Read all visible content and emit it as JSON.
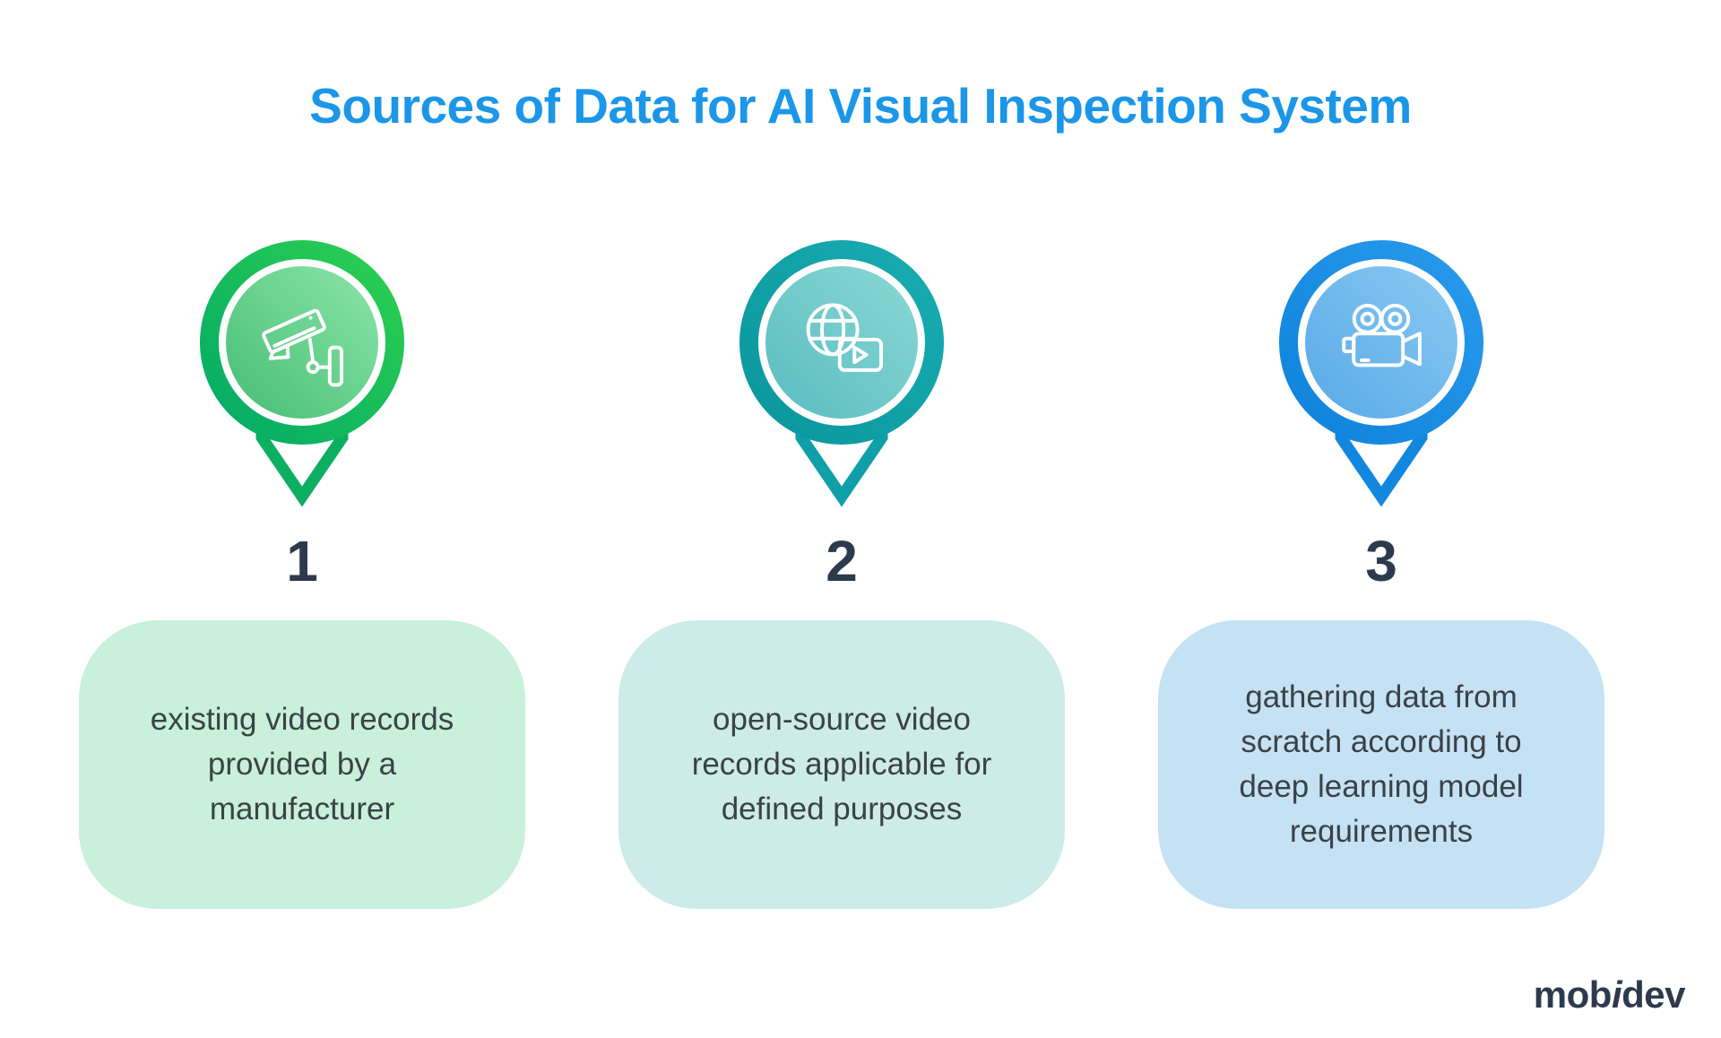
{
  "title": "Sources of Data for AI Visual Inspection System",
  "theme": {
    "background": "#ffffff",
    "title_color": "#1b96e8",
    "number_color": "#2d3a4d",
    "text_color": "#3b4247"
  },
  "sources": [
    {
      "number": "1",
      "icon": "cctv-camera-icon",
      "description_lines": [
        "existing video records",
        "provided by a",
        "manufacturer"
      ],
      "colors": {
        "ring_start": "#00a868",
        "ring_end": "#2fd14f",
        "inner_start": "#45bd74",
        "inner_end": "#8ce5a9",
        "pin": "#0caf62",
        "card_bg": "#c9f0da"
      }
    },
    {
      "number": "2",
      "icon": "globe-video-icon",
      "description_lines": [
        "open-source video",
        "records applicable for",
        "defined purposes"
      ],
      "colors": {
        "ring_start": "#0a959c",
        "ring_end": "#18adb2",
        "inner_start": "#59bcbf",
        "inner_end": "#8ad8d5",
        "pin": "#0f9fa8",
        "card_bg": "#cdebe9"
      }
    },
    {
      "number": "3",
      "icon": "film-camera-icon",
      "description_lines": [
        "gathering data from",
        "scratch according to",
        "deep learning model",
        "requirements"
      ],
      "colors": {
        "ring_start": "#0d82da",
        "ring_end": "#2a9bee",
        "inner_start": "#57a9e7",
        "inner_end": "#8ac9f2",
        "pin": "#1287e0",
        "card_bg": "#c5e2f5"
      }
    }
  ],
  "footer": {
    "brand_prefix": "mob",
    "brand_i": "i",
    "brand_suffix": "dev"
  }
}
